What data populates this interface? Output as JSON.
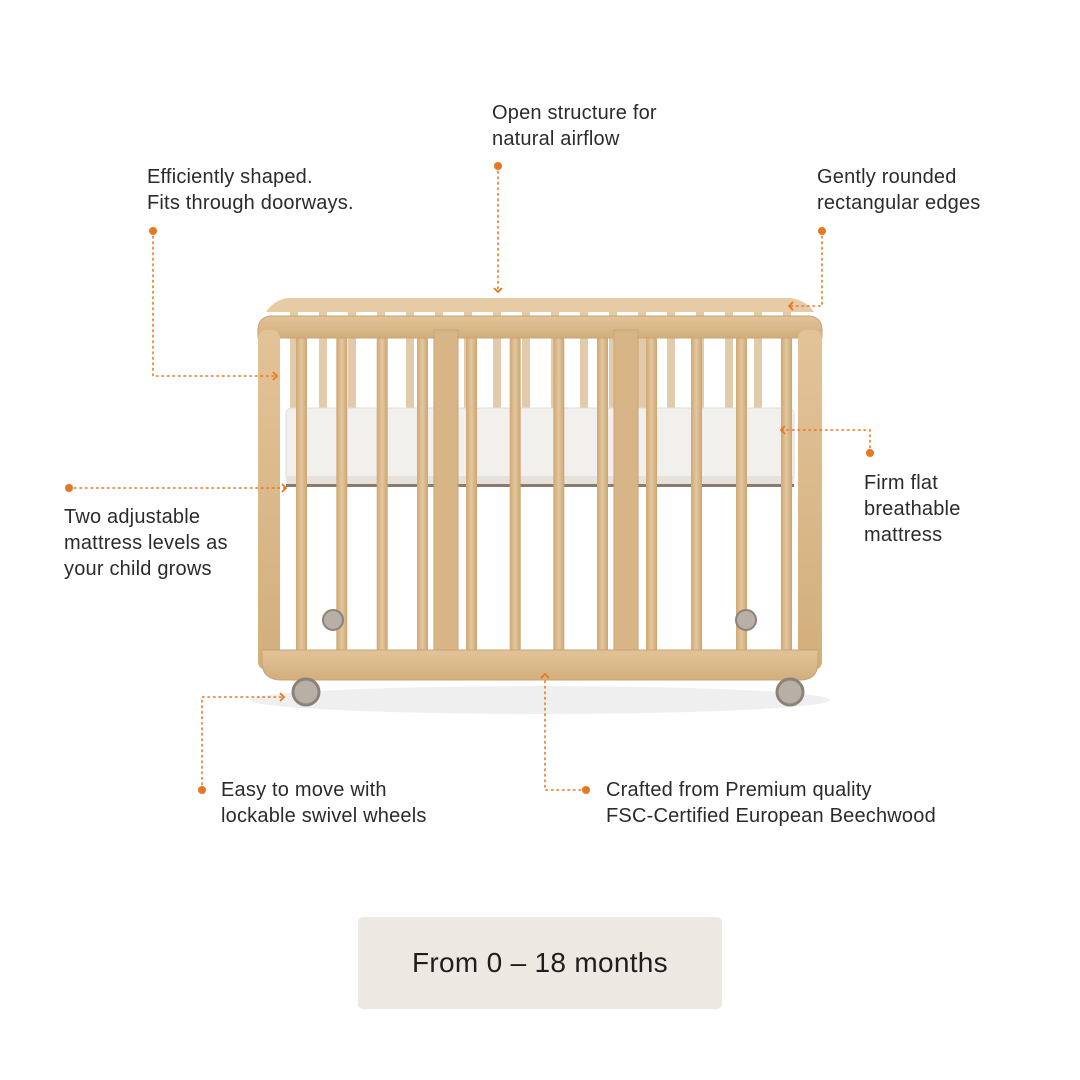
{
  "features": {
    "airflow": {
      "line1": "Open structure for",
      "line2": "natural airflow"
    },
    "shape": {
      "line1": "Efficiently shaped.",
      "line2": "Fits through doorways."
    },
    "edges": {
      "line1": "Gently rounded",
      "line2": "rectangular edges"
    },
    "mattress_levels": {
      "line1": "Two adjustable",
      "line2": "mattress levels as",
      "line3": "your child grows"
    },
    "mattress": {
      "line1": "Firm flat",
      "line2": "breathable",
      "line3": "mattress"
    },
    "wheels": {
      "line1": "Easy to move with",
      "line2": "lockable swivel wheels"
    },
    "material": {
      "line1": "Crafted from Premium quality",
      "line2": "FSC-Certified European Beechwood"
    }
  },
  "age_badge": "From 0 – 18 months",
  "colors": {
    "accent": "#e87722",
    "wood": "#d9b98c",
    "wood_dark": "#c49e6c",
    "mattress": "#f1efeb",
    "badge_bg": "#ede8e2"
  },
  "image": {
    "subject": "crib-icon"
  }
}
